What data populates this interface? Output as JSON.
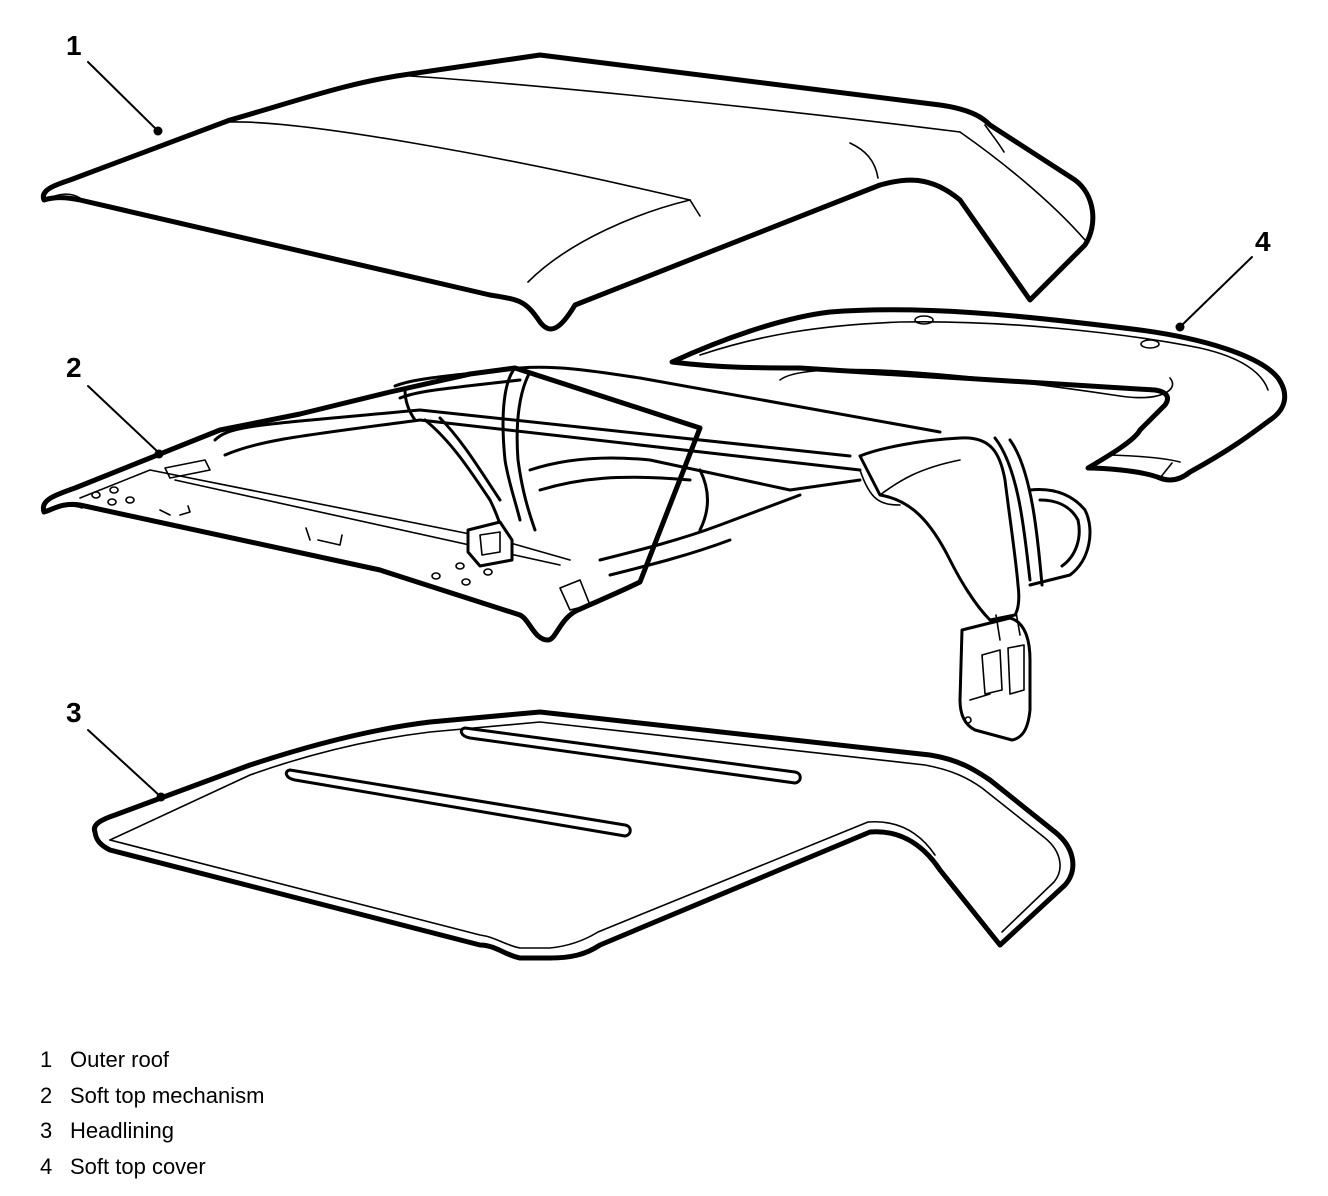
{
  "callouts": [
    {
      "number": "1",
      "label": "Outer roof"
    },
    {
      "number": "2",
      "label": "Soft top mechanism"
    },
    {
      "number": "3",
      "label": "Headlining"
    },
    {
      "number": "4",
      "label": "Soft top cover"
    }
  ],
  "colors": {
    "line": "#000000",
    "background": "#ffffff"
  }
}
